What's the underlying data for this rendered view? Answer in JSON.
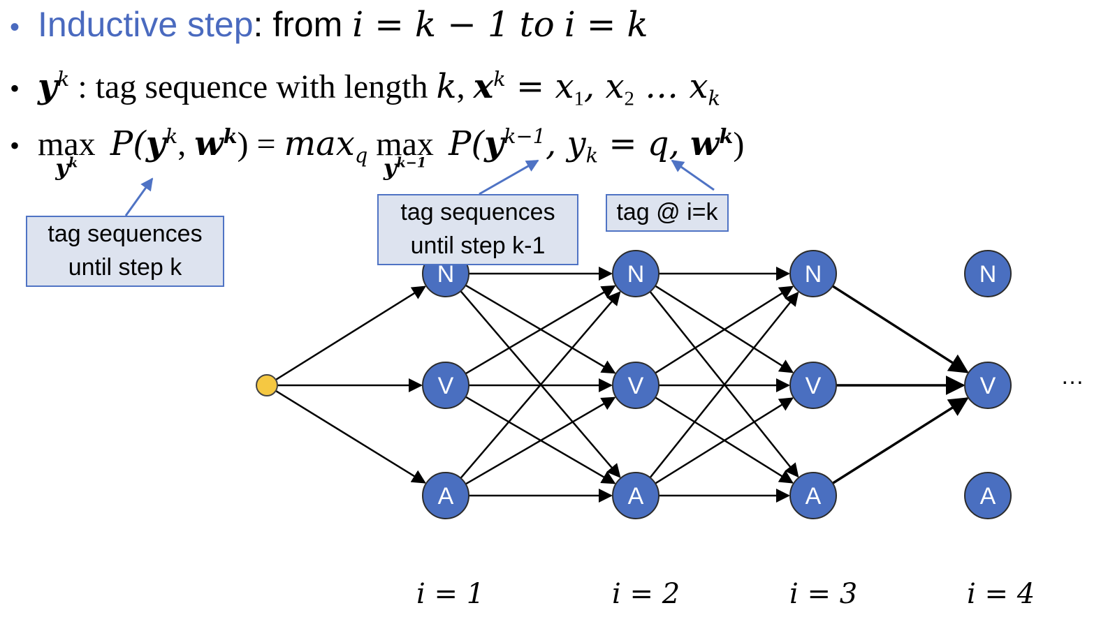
{
  "bullets": {
    "line1": {
      "dot": "•",
      "accent": "Inductive step",
      "text": ": from ",
      "math_a": "i = k − 1",
      "to": "to",
      "math_b": "i = k"
    },
    "line2": {
      "dot": "•",
      "y": "y",
      "k": "k",
      "text": " : tag sequence with length ",
      "kvar": "k",
      "comma": ", ",
      "x": "x",
      "eq": " = x",
      "sub1": "1",
      "comma2": ", x",
      "sub2": "2",
      "dots": " … x",
      "subk": "k"
    },
    "line3": {
      "dot": "•",
      "max": "max",
      "under1": "y",
      "under1_sup": "k",
      "p1": " P(",
      "y1": "y",
      "y1_sup": "k",
      "comma": ", ",
      "w1": "w",
      "w1_sup": "k",
      "close": ") = ",
      "maxq": "max",
      "maxq_sub": "q",
      "max2": "max",
      "under2": "y",
      "under2_sup": "k−1",
      "p2": " P(",
      "y2": "y",
      "y2_sup": "k−1",
      "comma2": ", y",
      "yk_sub": "k",
      "eqq": " = q, ",
      "w2": "w",
      "w2_sup": "k",
      "close2": ")"
    }
  },
  "callouts": {
    "c1": {
      "line1": "tag sequences",
      "line2": "until step k"
    },
    "c2": {
      "line1": "tag sequences",
      "line2": "until step k-1"
    },
    "c3": {
      "line1": "tag @ i=k"
    }
  },
  "lattice": {
    "tags": [
      "N",
      "V",
      "A"
    ],
    "columns": [
      "i = 1",
      "i = 2",
      "i = 3",
      "i = 4"
    ],
    "ellipsis": "…",
    "colors": {
      "node": "#4a6fc0",
      "start": "#f5c842",
      "arrow": "#000000",
      "callout_border": "#4f73c4",
      "callout_fill": "#dde3ef",
      "accent": "#4a6abf"
    }
  }
}
